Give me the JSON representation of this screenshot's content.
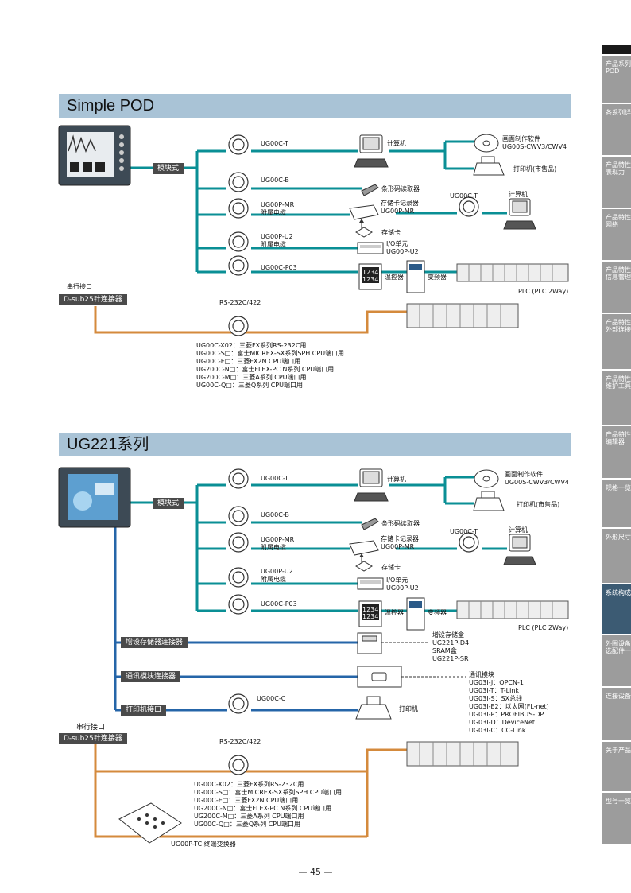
{
  "tabs": [
    "产品系列丰富\nPOD",
    "各系列详情",
    "产品特性\n表现力",
    "产品特性\n网络",
    "产品特性\n信息管理",
    "产品特性\n外部连接设备",
    "产品特性\n维护工具",
    "产品特性\n编辑器",
    "规格一览",
    "外形尺寸图",
    "系统构成示例",
    "外围设备\n选配件一览",
    "连接设备一览",
    "关于产品保证",
    "型号一览"
  ],
  "section1": {
    "title": "Simple POD",
    "module_tag": "模块式",
    "serial_tag1": "串行接口",
    "serial_tag2": "D-sub25针连接器",
    "rs": "RS-232C/422",
    "cables": [
      "UG00C-T",
      "UG00C-B",
      "UG00P-MR",
      "附属电缆",
      "UG00P-U2",
      "附属电缆",
      "UG00C-P03"
    ],
    "pc": "计算机",
    "soft1": "画面制作软件",
    "soft2": "UG00S-CWV3/CWV4",
    "printer": "打印机(市售品)",
    "barcode": "条形码读取器",
    "card1": "存储卡记录器",
    "card2": "UG00P-MR",
    "card_item": "存储卡",
    "card_cable": "UG00C-T",
    "card_pc": "计算机",
    "io1": "I/O单元",
    "io2": "UG00P-U2",
    "temp": "温控器",
    "inverter": "变频器",
    "plc": "PLC (PLC 2Way)",
    "list": [
      "UG00C-X02：三菱FX系列RS-232C用",
      "UG00C-S□：富士MICREX-SX系列SPH  CPU端口用",
      "UG00C-E□：三菱FX2N  CPU端口用",
      "UG200C-N□：富士FLEX-PC N系列  CPU端口用",
      "UG200C-M□：三菱A系列  CPU端口用",
      "UG00C-Q□：三菱Q系列  CPU端口用"
    ]
  },
  "section2": {
    "title": "UG221系列",
    "module_tag": "模块式",
    "serial_tag1": "串行接口",
    "serial_tag2": "D-sub25针连接器",
    "rs": "RS-232C/422",
    "mem_tag": "增设存储器连接器",
    "comm_tag": "通讯模块连接器",
    "print_tag": "打印机接口",
    "cables": [
      "UG00C-T",
      "UG00C-B",
      "UG00P-MR",
      "附属电缆",
      "UG00P-U2",
      "附属电缆",
      "UG00C-P03"
    ],
    "pc": "计算机",
    "soft1": "画面制作软件",
    "soft2": "UG00S-CWV3/CWV4",
    "printer": "打印机(市售品)",
    "barcode": "条形码读取器",
    "card1": "存储卡记录器",
    "card2": "UG00P-MR",
    "card_item": "存储卡",
    "card_cable": "UG00C-T",
    "card_pc": "计算机",
    "io1": "I/O单元",
    "io2": "UG00P-U2",
    "temp": "温控器",
    "inverter": "变频器",
    "plc": "PLC (PLC 2Way)",
    "mem": [
      "增设存储盒",
      "UG221P-D4",
      "SRAM盒",
      "UG221P-SR"
    ],
    "comm": [
      "通讯模块",
      "UG03I-J：OPCN-1",
      "UG03I-T：T-Link",
      "UG03I-S：SX总线",
      "UG03I-E2：以太网(FL-net)",
      "UG03I-P：PROFIBUS-DP",
      "UG03I-D：DeviceNet",
      "UG03I-C：CC-Link"
    ],
    "print_cable": "UG00C-C",
    "print_device": "打印机",
    "terminal": "UG00P-TC  终端变换器",
    "list": [
      "UG00C-X02：三菱FX系列RS-232C用",
      "UG00C-S□：富士MICREX-SX系列SPH  CPU端口用",
      "UG00C-E□：三菱FX2N  CPU端口用",
      "UG200C-N□：富士FLEX-PC N系列  CPU端口用",
      "UG200C-M□：三菱A系列  CPU端口用",
      "UG00C-Q□：三菱Q系列  CPU端口用"
    ]
  },
  "page_number": "— 45 —",
  "colors": {
    "teal": "#0a8f95",
    "blue": "#2565a8",
    "orange": "#d48a3c",
    "head": "#a9c3d6",
    "tab": "#9c9c9c",
    "tab_active": "#3c5b73"
  }
}
